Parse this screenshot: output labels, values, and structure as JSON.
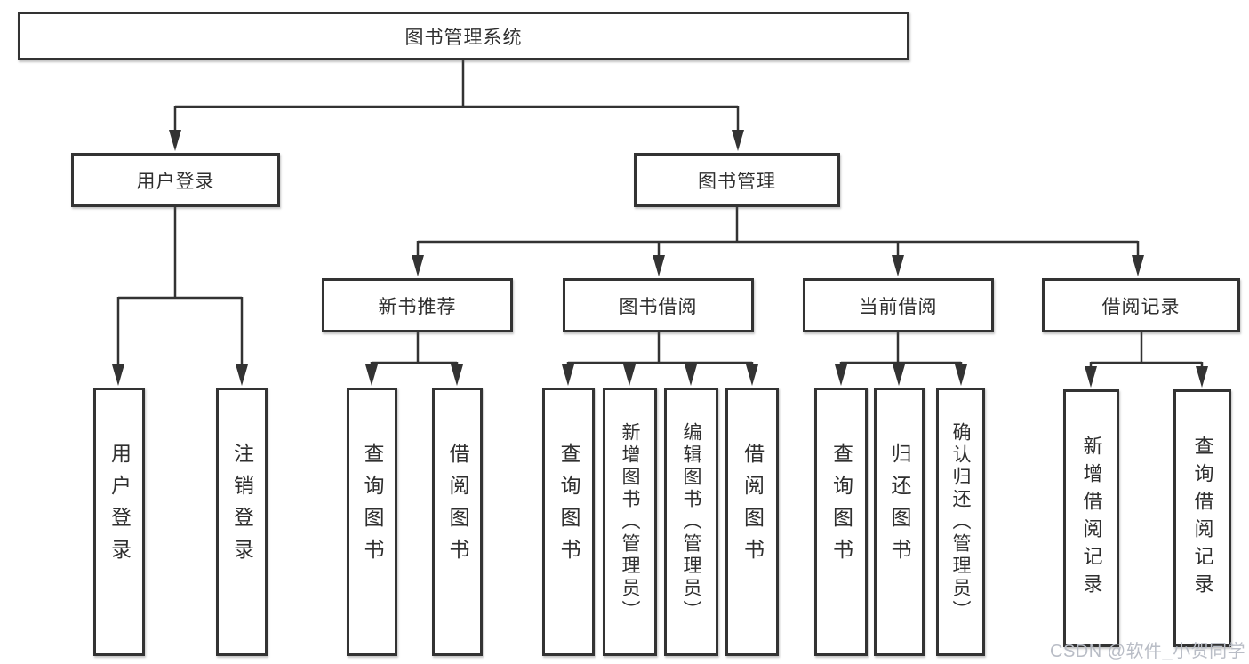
{
  "diagram": {
    "root": {
      "label": "图书管理系统"
    },
    "level2": [
      {
        "id": "user-login",
        "label": "用户登录"
      },
      {
        "id": "book-management",
        "label": "图书管理"
      }
    ],
    "level3": [
      {
        "id": "new-book-recommend",
        "label": "新书推荐"
      },
      {
        "id": "book-borrowing",
        "label": "图书借阅"
      },
      {
        "id": "current-borrowing",
        "label": "当前借阅"
      },
      {
        "id": "borrowing-records",
        "label": "借阅记录"
      }
    ],
    "leaves": {
      "user_login": [
        {
          "label": "用户登录"
        },
        {
          "label": "注销登录"
        }
      ],
      "new_book_recommend": [
        {
          "label": "查询图书"
        },
        {
          "label": "借阅图书"
        }
      ],
      "book_borrowing": [
        {
          "label": "查询图书"
        },
        {
          "label": "新增图书（管理员）"
        },
        {
          "label": "编辑图书（管理员）"
        },
        {
          "label": "借阅图书"
        }
      ],
      "current_borrowing": [
        {
          "label": "查询图书"
        },
        {
          "label": "归还图书"
        },
        {
          "label": "确认归还（管理员）"
        }
      ],
      "borrowing_records": [
        {
          "label": "新增借阅记录"
        },
        {
          "label": "查询借阅记录"
        }
      ]
    },
    "colors": {
      "line": "#333333",
      "text": "#2f2f2f",
      "box_background": "#ffffff",
      "watermark": "#b9bdc6"
    }
  },
  "watermark": {
    "text": "CSDN @软件_小贺同学"
  }
}
